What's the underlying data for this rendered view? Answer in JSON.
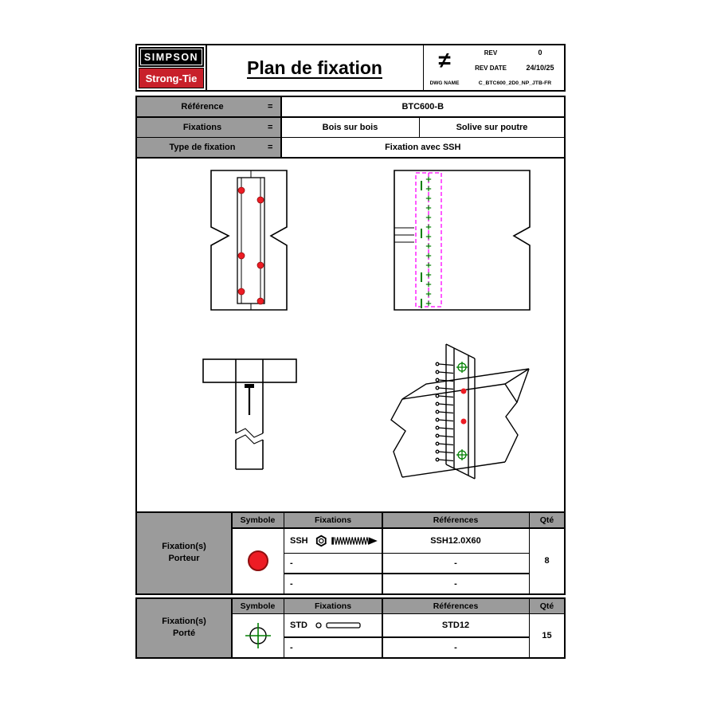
{
  "header": {
    "logo": {
      "top": "SIMPSON",
      "bottom": "Strong-Tie"
    },
    "title": "Plan de fixation",
    "title_block": {
      "projection_symbol": "≠",
      "rev_label": "REV",
      "rev_value": "0",
      "rev_date_label": "REV DATE",
      "rev_date_value": "24/10/25",
      "dwg_label": "DWG NAME",
      "dwg_value": "C_BTC600_2D0_NP_JTB-FR"
    }
  },
  "info_rows": [
    {
      "label": "Référence",
      "eq": "=",
      "value": "BTC600-B"
    },
    {
      "label": "Fixations",
      "eq": "=",
      "value1": "Bois sur bois",
      "value2": "Solive sur poutre"
    },
    {
      "label": "Type de fixation",
      "eq": "=",
      "value": "Fixation avec SSH"
    }
  ],
  "porteur_table": {
    "section_line1": "Fixation(s)",
    "section_line2": "Porteur",
    "headers": {
      "symbole": "Symbole",
      "fixations": "Fixations",
      "references": "Références",
      "qte": "Qté"
    },
    "rows": [
      {
        "fixation": "SSH",
        "reference": "SSH12.0X60"
      },
      {
        "fixation": "-",
        "reference": "-"
      },
      {
        "fixation": "-",
        "reference": "-"
      }
    ],
    "qty": "8"
  },
  "porte_table": {
    "section_line1": "Fixation(s)",
    "section_line2": "Porté",
    "headers": {
      "symbole": "Symbole",
      "fixations": "Fixations",
      "references": "Références",
      "qte": "Qté"
    },
    "rows": [
      {
        "fixation": "STD",
        "reference": "STD12"
      },
      {
        "fixation": "-",
        "reference": "-"
      }
    ],
    "qty": "15"
  },
  "colors": {
    "header_gray": "#9b9b9b",
    "logo_red": "#c8202a",
    "fastener_red": "#ed1c24",
    "marker_green": "#007f00",
    "plate_magenta": "#ff00ff"
  }
}
